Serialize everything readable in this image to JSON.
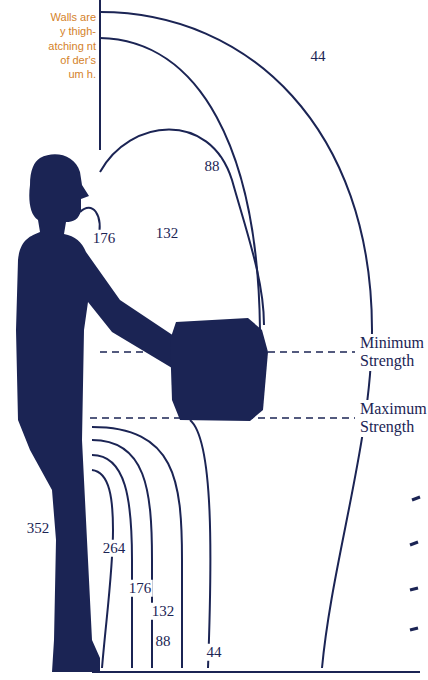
{
  "diagram": {
    "caption": "Walls are y thigh- atching nt of der's um h.",
    "labels": [
      "44",
      "88",
      "132",
      "176",
      "352",
      "264",
      "176",
      "132",
      "88",
      "44",
      "Minimum Strength",
      "Maximum Strength"
    ]
  }
}
